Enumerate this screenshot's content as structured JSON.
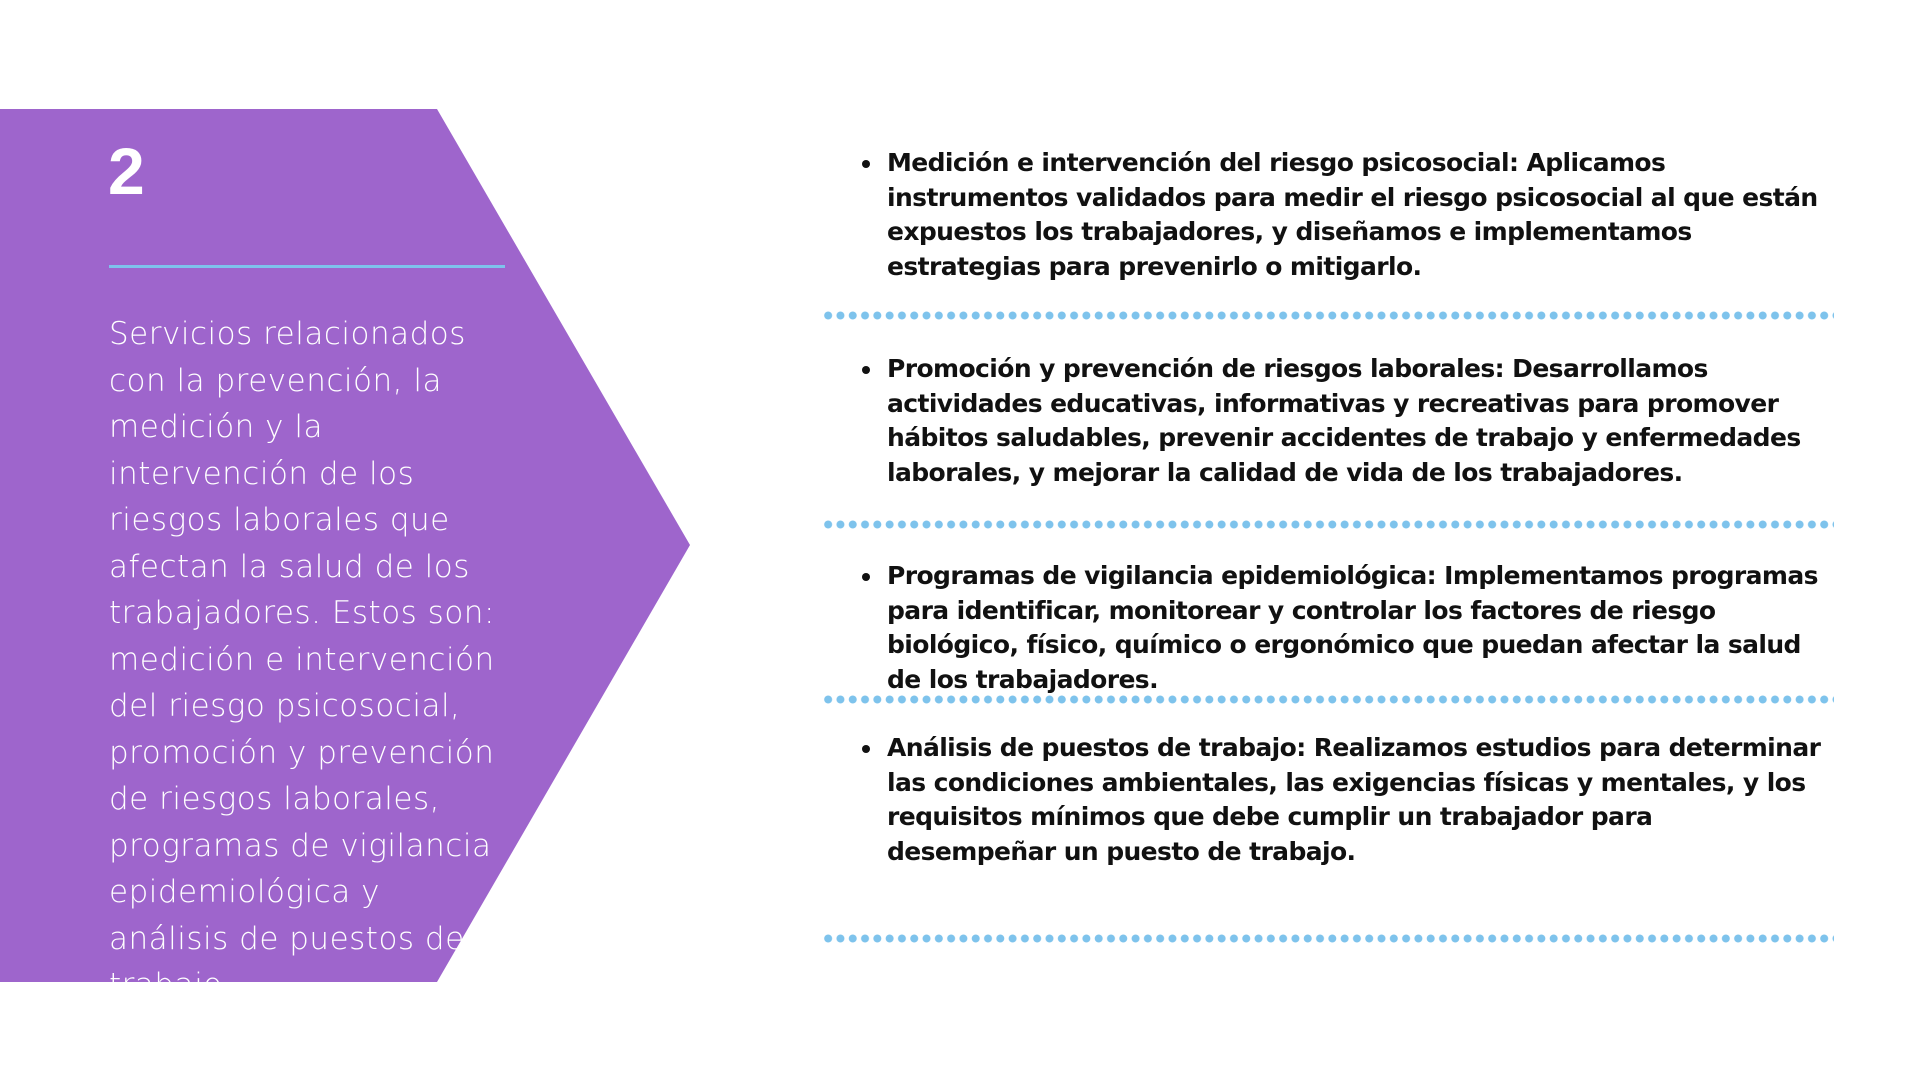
{
  "section": {
    "number": "2",
    "intro": "Servicios relacionados con la prevención, la medición y la intervención de los riesgos laborales que afectan la salud de los trabajadores. Estos son: medición e intervención del riesgo psicosocial, promoción y prevención de riesgos laborales, programas de vigilancia epidemiológica y análisis de puestos de trabajo."
  },
  "items": [
    {
      "text": "Medición e intervención del riesgo psicosocial: Aplicamos instrumentos validados para medir el riesgo psicosocial al que están expuestos los trabajadores, y diseñamos e implementamos estrategias para prevenirlo o mitigarlo."
    },
    {
      "text": "Promoción y prevención de riesgos laborales: Desarrollamos actividades educativas, informativas y recreativas para promover hábitos saludables, prevenir accidentes de trabajo y enfermedades laborales, y mejorar la calidad de vida de los trabajadores."
    },
    {
      "text": "Programas de vigilancia epidemiológica: Implementamos programas para identificar, monitorear y controlar los factores de riesgo biológico, físico, químico o ergonómico que puedan afectar la salud de los trabajadores."
    },
    {
      "text": "Análisis de puestos de trabajo: Realizamos estudios para determinar las condiciones ambientales, las exigencias físicas y mentales, y los requisitos mínimos que debe cumplir un trabajador para desempeñar un puesto de trabajo."
    }
  ],
  "colors": {
    "panel": "#9e65cc",
    "accent": "#7ec3ec",
    "text_dark": "#111111",
    "text_light": "#ffffff"
  }
}
